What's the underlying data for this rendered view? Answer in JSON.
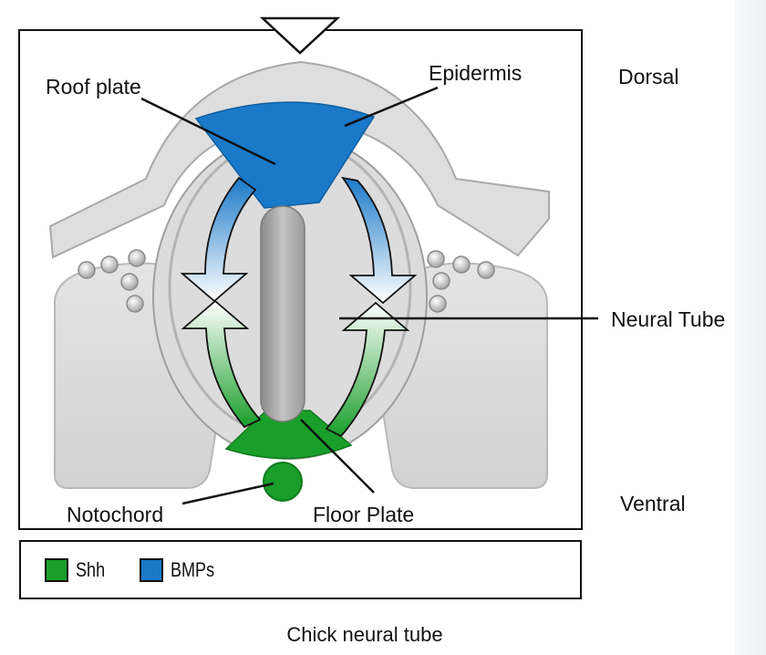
{
  "labels": {
    "roof_plate": "Roof plate",
    "epidermis": "Epidermis",
    "neural_tube": "Neural Tube",
    "notochord": "Notochord",
    "floor_plate": "Floor Plate",
    "dorsal": "Dorsal",
    "ventral": "Ventral"
  },
  "legend": {
    "items": [
      {
        "label": "Shh",
        "color": "#1a9e2a"
      },
      {
        "label": "BMPs",
        "color": "#1a79c9"
      }
    ]
  },
  "caption": "Chick neural tube",
  "colors": {
    "bmp_blue": "#1a79c9",
    "shh_green": "#1a9e2a",
    "tissue_gray": "#dcdcdc"
  }
}
